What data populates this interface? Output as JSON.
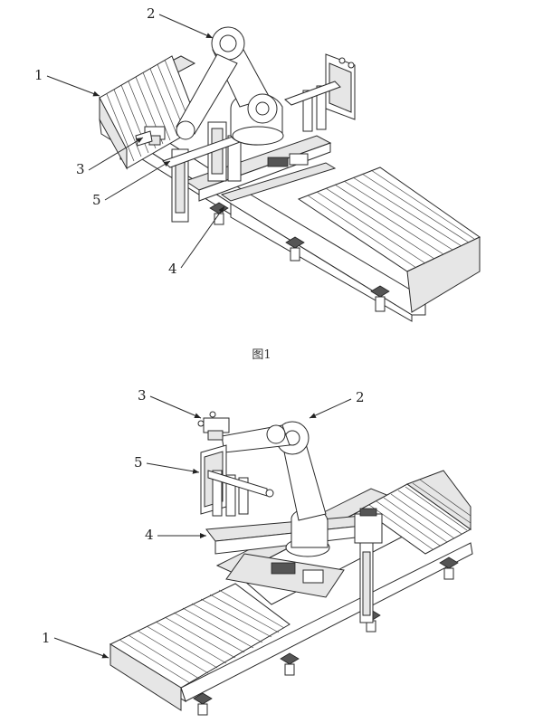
{
  "figure1": {
    "caption": "图1",
    "callouts": [
      "1",
      "2",
      "3",
      "4",
      "5"
    ]
  },
  "figure2": {
    "callouts": [
      "1",
      "2",
      "3",
      "4",
      "5"
    ]
  }
}
